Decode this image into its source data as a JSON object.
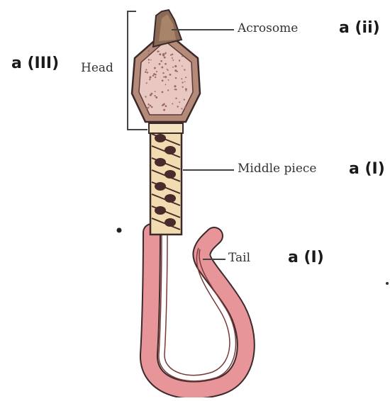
{
  "labels": {
    "head": "Head",
    "acrosome": "Acrosome",
    "middle_piece": "Middle piece",
    "tail": "Tail"
  },
  "answers": {
    "head": "a (III)",
    "acrosome": "a (ii)",
    "middle_piece": "a (I)",
    "tail": "a (I)"
  },
  "colors": {
    "outline": "#3a2a2a",
    "acrosome": "#8a6a55",
    "nucleus": "#eac8c2",
    "head_border": "#b58a78",
    "middle_piece": "#f0dcb0",
    "mitochondria": "#4a2a2a",
    "tail": "#e8959a",
    "leader_line": "#444444"
  }
}
